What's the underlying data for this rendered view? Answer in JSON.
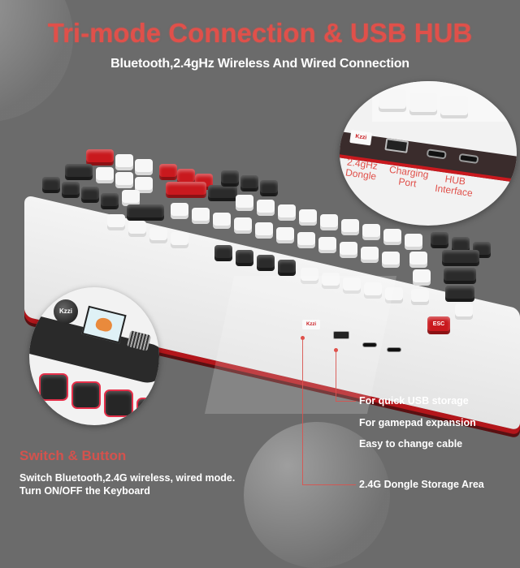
{
  "header": {
    "title": "Tri-mode Connection & USB HUB",
    "subtitle": "Bluetooth,2.4gHz Wireless And Wired Connection"
  },
  "callout_top": {
    "dongle_brand": "Kzzi",
    "labels": [
      {
        "line1": "2.4gHz",
        "line2": "Dongle"
      },
      {
        "line1": "Charging",
        "line2": "Port"
      },
      {
        "line1": "HUB",
        "line2": "Interface"
      }
    ]
  },
  "callout_left": {
    "knob_brand": "Kzzi",
    "title": "Switch & Button",
    "description_lines": [
      "Switch Bluetooth,2.4G wireless, wired mode.",
      "Turn ON/OFF the Keyboard"
    ]
  },
  "keyboard": {
    "esc_key_label": "ESC",
    "side_dongle_brand": "Kzzi"
  },
  "features": [
    "For quick USB storage",
    "For gamepad expansion",
    "Easy to change cable",
    "2.4G Dongle Storage Area"
  ],
  "colors": {
    "background": "#6b6b6b",
    "accent_red": "#e0504a",
    "case_red": "#c9191e",
    "text_white": "#ffffff"
  }
}
